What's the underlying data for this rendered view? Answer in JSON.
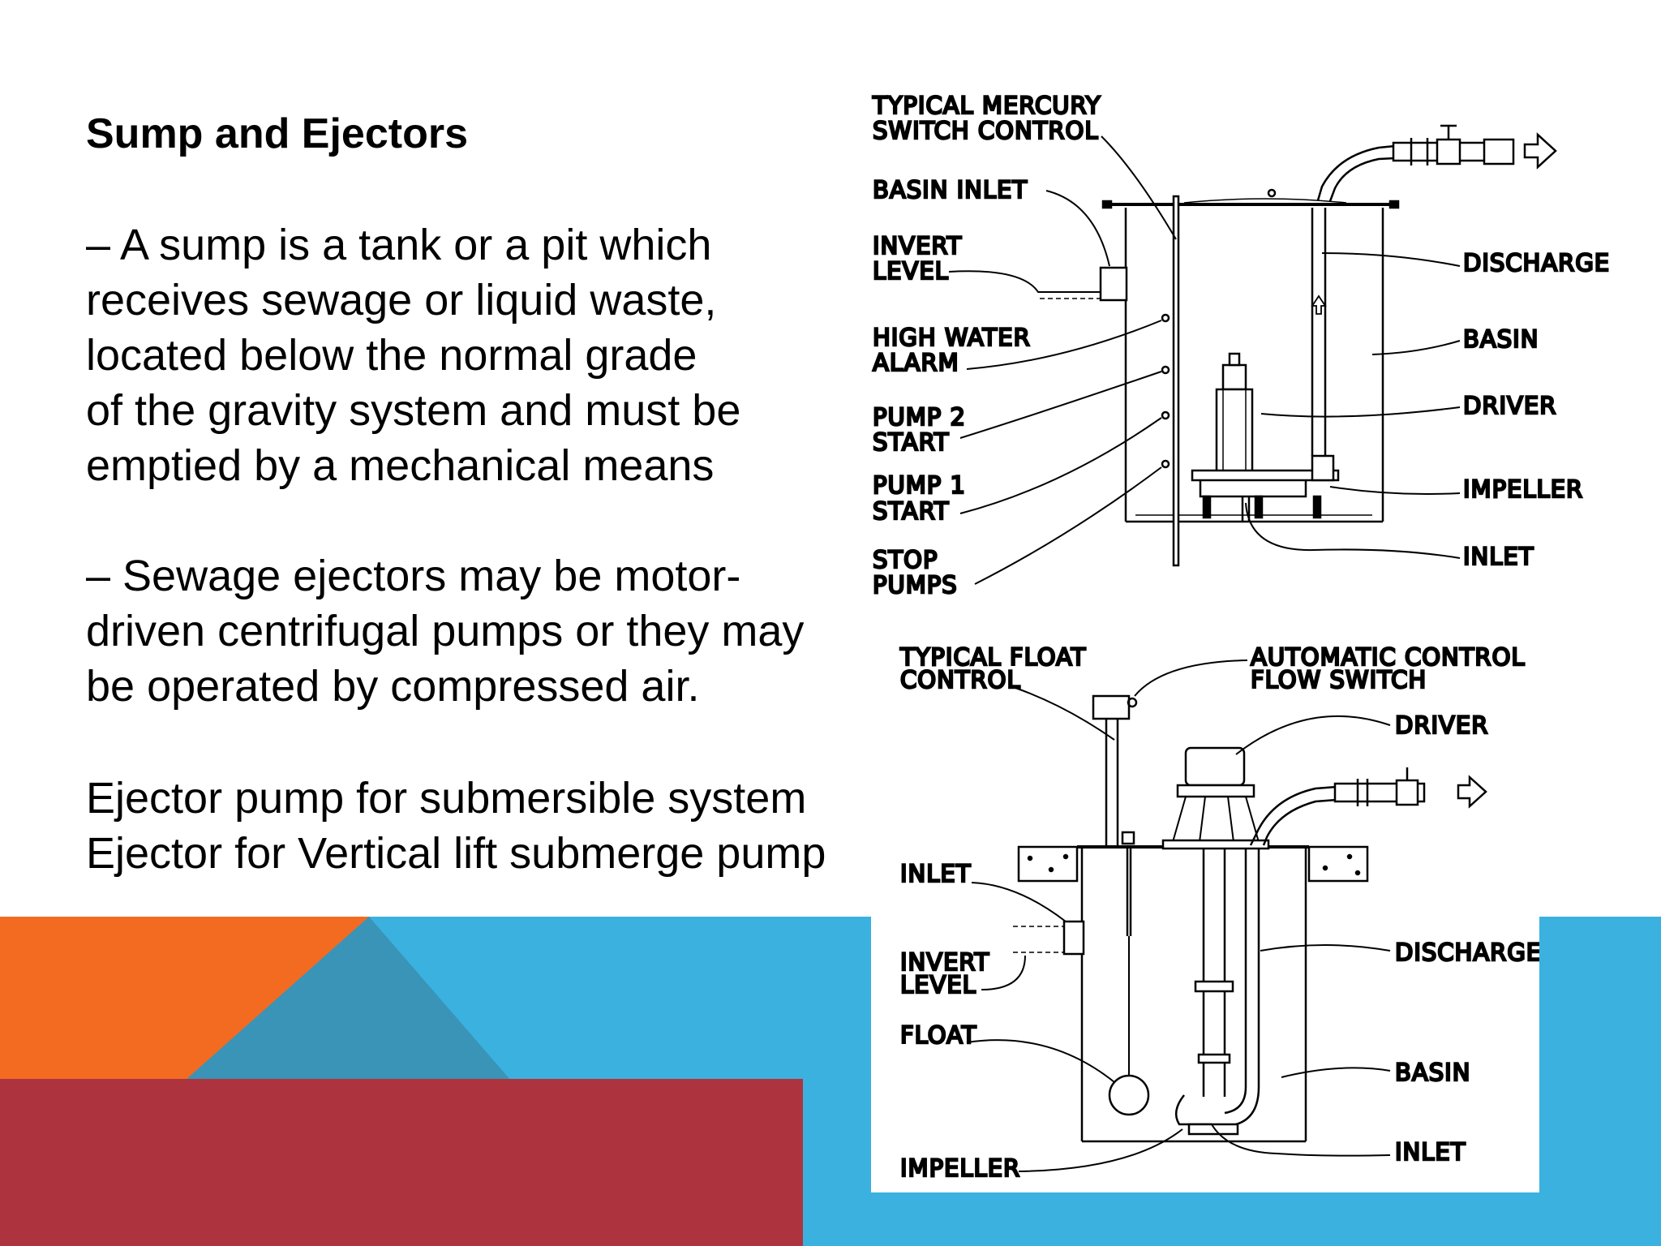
{
  "slide": {
    "title": "Sump and Ejectors",
    "paragraph1": [
      "– A sump is a tank or a pit which",
      "receives sewage or liquid waste,",
      "located below the normal grade",
      "of the gravity system and must be",
      "emptied by a mechanical means"
    ],
    "paragraph2": [
      "– Sewage ejectors may be motor-",
      "driven centrifugal pumps or they may",
      "be operated by compressed air."
    ],
    "paragraph3": [
      "Ejector pump for submersible system",
      "Ejector for Vertical lift submerge pump"
    ]
  },
  "diagram_top": {
    "labels": {
      "mercury_1": "TYPICAL  MERCURY",
      "mercury_2": "SWITCH  CONTROL",
      "basin_inlet": "BASIN  INLET",
      "invert_1": "INVERT",
      "invert_2": "LEVEL",
      "high_water_1": "HIGH  WATER",
      "high_water_2": "ALARM",
      "pump2_1": "PUMP  2",
      "pump2_2": "START",
      "pump1_1": "PUMP  1",
      "pump1_2": "START",
      "stop_1": "STOP",
      "stop_2": "PUMPS",
      "discharge": "DISCHARGE",
      "basin": "BASIN",
      "driver": "DRIVER",
      "impeller": "IMPELLER",
      "inlet": "INLET"
    }
  },
  "diagram_bottom": {
    "labels": {
      "float_control_1": "TYPICAL  FLOAT",
      "float_control_2": "CONTROL",
      "auto_control_1": "AUTOMATIC  CONTROL",
      "auto_control_2": "FLOW  SWITCH",
      "driver": "DRIVER",
      "inlet": "INLET",
      "invert_1": "INVERT",
      "invert_2": "LEVEL",
      "float": "FLOAT",
      "impeller": "IMPELLER",
      "discharge": "DISCHARGE",
      "basin": "BASIN",
      "inlet_bottom": "INLET"
    }
  },
  "theme": {
    "orange": "#f26b21",
    "blue": "#3bb1df",
    "teal": "#3a94b7",
    "red": "#ad343e",
    "white": "#ffffff"
  }
}
